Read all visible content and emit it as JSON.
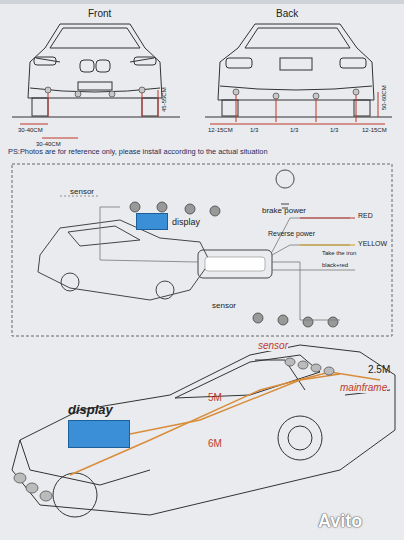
{
  "diagram": {
    "nodes": [
      {
        "text": [
          "display"
        ]
      },
      {
        "text": [
          "display"
        ]
      }
    ],
    "labels": [
      "Front",
      "Back",
      "30-40CM",
      "45-55CM",
      "30-40CM",
      "50-60CM",
      "1/3",
      "1/3",
      "1/3",
      "12-15CM",
      "12-15CM",
      "PS:Photos are for reference only, please install according to the actual situation",
      "sensor",
      "brake power",
      "RED",
      "Reverse power",
      "YELLOW",
      "Take the iron",
      "black+red",
      "sensor",
      "sensor",
      "2.5M",
      "mainframe",
      "5M",
      "6M",
      "Avito"
    ]
  }
}
